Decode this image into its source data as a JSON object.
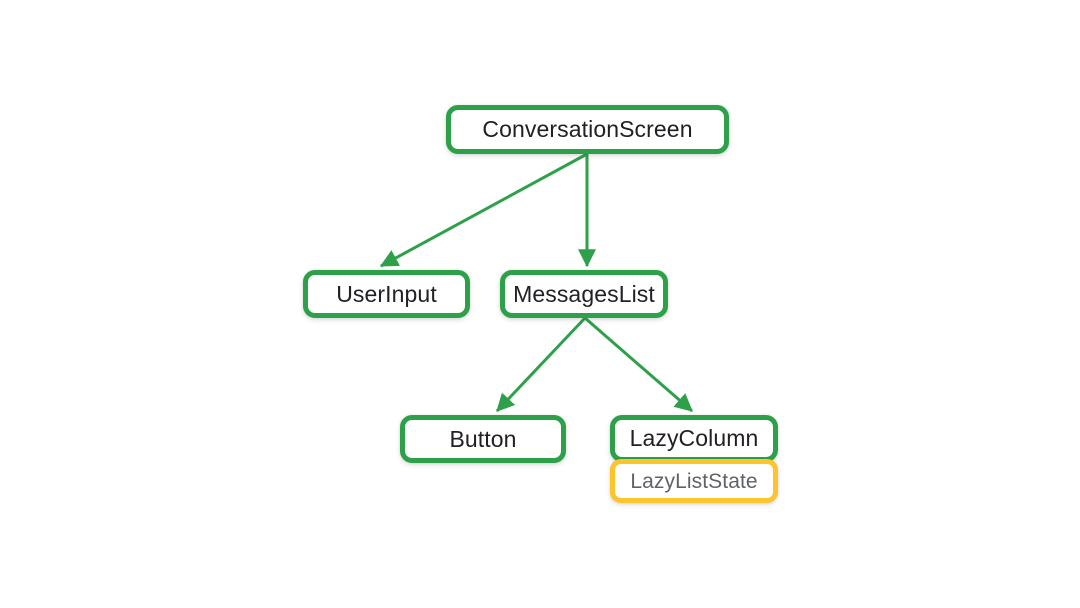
{
  "diagram": {
    "type": "tree",
    "title": "",
    "background_color": "#ffffff",
    "colors": {
      "node_border": "#2ea04a",
      "state_border": "#fdc42b",
      "edge": "#2ea04a",
      "node_text": "#202124",
      "state_text": "#5f6368",
      "node_fill": "#ffffff"
    },
    "nodes": [
      {
        "id": "conversationscreen",
        "label": "ConversationScreen",
        "kind": "composable"
      },
      {
        "id": "userinput",
        "label": "UserInput",
        "kind": "composable"
      },
      {
        "id": "messageslist",
        "label": "MessagesList",
        "kind": "composable"
      },
      {
        "id": "button",
        "label": "Button",
        "kind": "composable"
      },
      {
        "id": "lazycolumn",
        "label": "LazyColumn",
        "kind": "composable"
      },
      {
        "id": "lazyliststate",
        "label": "LazyListState",
        "kind": "state"
      }
    ],
    "edges": [
      {
        "from": "conversationscreen",
        "to": "userinput",
        "arrow": true
      },
      {
        "from": "conversationscreen",
        "to": "messageslist",
        "arrow": true
      },
      {
        "from": "messageslist",
        "to": "button",
        "arrow": true
      },
      {
        "from": "messageslist",
        "to": "lazycolumn",
        "arrow": true
      }
    ]
  }
}
